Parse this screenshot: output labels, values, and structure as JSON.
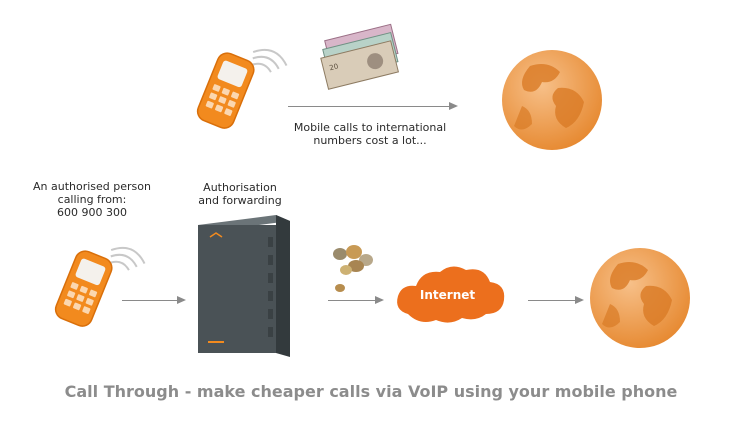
{
  "labels": {
    "mobile_calls_note": "Mobile calls to international\nnumbers cost a lot...",
    "caller_note": "An authorised person\ncalling from:\n600 900 300",
    "device_note": "Authorisation\nand forwarding",
    "internet": "Internet",
    "caption": "Call Through - make cheaper calls via VoIP using your mobile phone"
  },
  "colors": {
    "phone_body": "#f28a1e",
    "phone_screen": "#f4f1ec",
    "globe_ocean": "#f2a55a",
    "globe_land": "#d97a25",
    "device_body": "#4a5256",
    "cloud": "#ec6f1d",
    "arrow": "#8a8a8a",
    "caption": "#8c8c8c"
  },
  "icons": {
    "phones": "mobile-phone-icon",
    "money": "banknotes-icon",
    "coins": "coins-icon",
    "globes": "globe-icon",
    "device": "voip-gateway-icon",
    "cloud": "internet-cloud-icon"
  }
}
